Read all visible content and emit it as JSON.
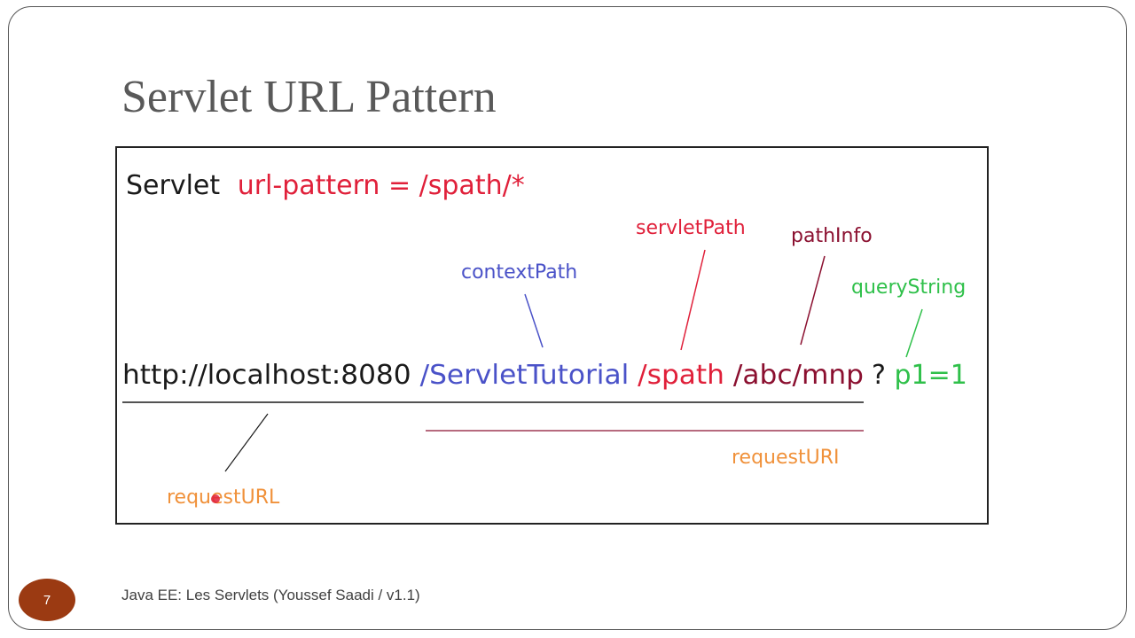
{
  "slide": {
    "title": "Servlet URL Pattern",
    "footer": "Java EE: Les Servlets (Youssef Saadi / v1.1)",
    "page_number": "7"
  },
  "diagram": {
    "pattern_prefix": "Servlet",
    "pattern_value": "url-pattern = /spath/*",
    "url_parts": {
      "host": "http://localhost:8080",
      "context": "/ServletTutorial",
      "servlet": "/spath",
      "path_info": "/abc/mnp",
      "query_mark": "?",
      "query": "p1=1"
    },
    "labels": {
      "context_path": "contextPath",
      "servlet_path": "servletPath",
      "path_info": "pathInfo",
      "query_string": "queryString",
      "request_url": "requestURL",
      "request_uri": "requestURI"
    }
  },
  "colors": {
    "black": "#1a1a1a",
    "red": "#e0203a",
    "blue": "#4a52c8",
    "dark_red": "#8b1030",
    "green": "#2fc04a",
    "orange": "#f0913a"
  }
}
